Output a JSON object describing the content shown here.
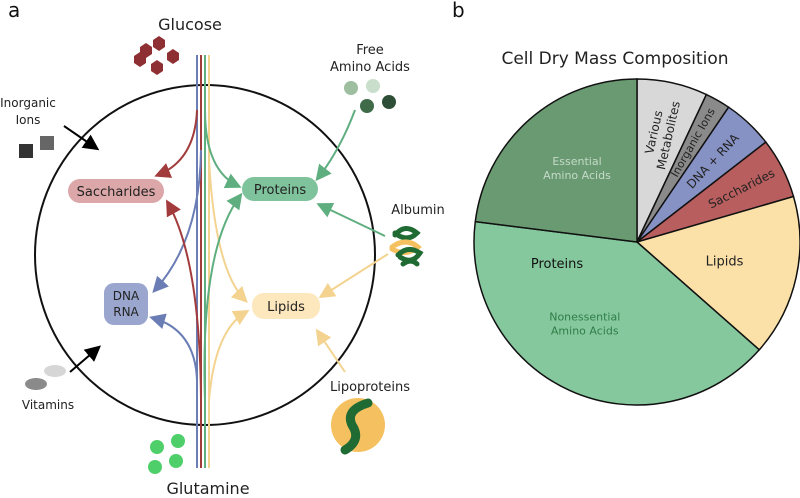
{
  "panel_a": {
    "letter": "a",
    "sources": {
      "glucose": "Glucose",
      "free_amino_acids_line1": "Free",
      "free_amino_acids_line2": "Amino Acids",
      "inorganic_ions_line1": "Inorganic",
      "inorganic_ions_line2": "Ions",
      "albumin": "Albumin",
      "lipoproteins": "Lipoproteins",
      "vitamins": "Vitamins",
      "glutamine": "Glutamine"
    },
    "pools": {
      "saccharides": "Saccharides",
      "proteins": "Proteins",
      "dna": "DNA",
      "rna": "RNA",
      "lipids": "Lipids"
    },
    "colors": {
      "saccharides": "#a23b3b",
      "proteins": "#5fae80",
      "nucleic": "#6a7db5",
      "lipids": "#f6d99b",
      "albumin_green": "#1f6b33",
      "lipoprotein_orange": "#f5c060"
    }
  },
  "panel_b": {
    "letter": "b",
    "title": "Cell Dry Mass Composition"
  },
  "chart_data": {
    "type": "pie",
    "title": "Cell Dry Mass Composition",
    "start": "top, clockwise",
    "slices": [
      {
        "label": "Various Metabolites",
        "value": 7,
        "color": "#d8d8d8",
        "text_color": "#222222"
      },
      {
        "label": "Inorganic Ions",
        "value": 2.5,
        "color": "#8a8a8a",
        "text_color": "#222222"
      },
      {
        "label": "DNA + RNA",
        "value": 5,
        "color": "#8792c4",
        "text_color": "#222222"
      },
      {
        "label": "Saccharides",
        "value": 6,
        "color": "#b95e5e",
        "text_color": "#222222"
      },
      {
        "label": "Lipids",
        "value": 16,
        "color": "#fbe1a8",
        "text_color": "#222222"
      },
      {
        "label": "Nonessential Amino Acids",
        "value": 40.5,
        "color": "#86c89e",
        "text_color": "#2e7d47"
      },
      {
        "label": "Essential Amino Acids",
        "value": 23,
        "color": "#6a9a72",
        "text_color": "#c5dac9"
      }
    ],
    "group_label": "Proteins"
  }
}
